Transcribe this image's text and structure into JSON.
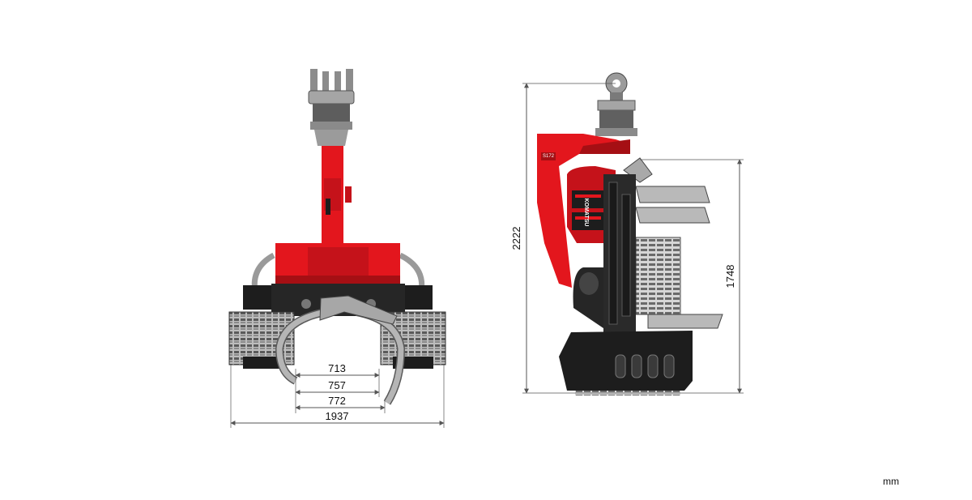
{
  "front_view": {
    "dimensions": [
      "713",
      "757",
      "772",
      "1937"
    ]
  },
  "side_view": {
    "overall_height": "2222",
    "body_height": "1748",
    "brand_label": "KOMATSU",
    "model_label": "S172"
  },
  "units": "mm",
  "colors": {
    "body_red": "#e3161d",
    "dark_red": "#b40d12",
    "grey": "#a9a9a9",
    "dark_grey": "#6f6f6f",
    "black": "#1d1d1d",
    "dim_line": "#555555"
  }
}
